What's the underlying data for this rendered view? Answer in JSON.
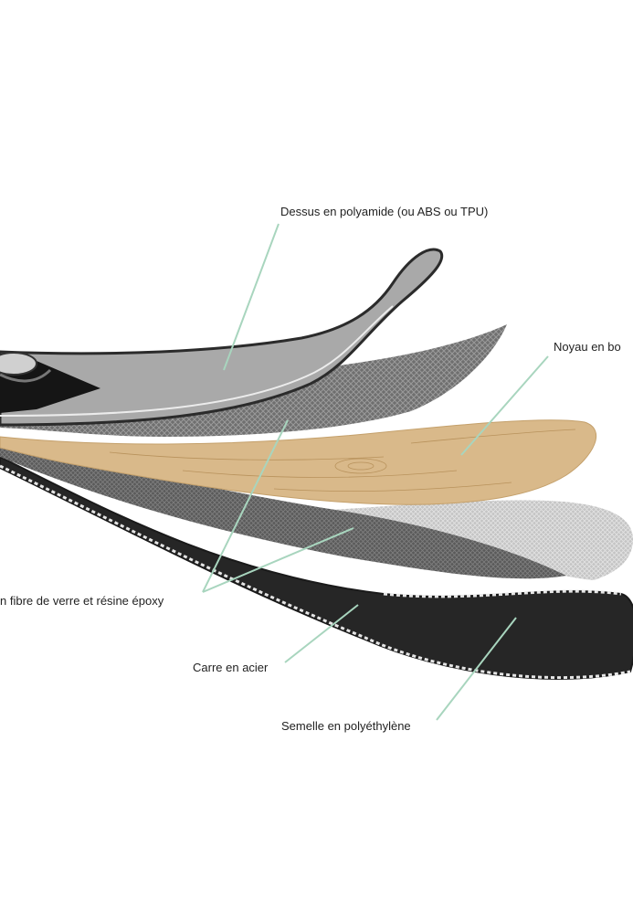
{
  "diagram": {
    "labels": {
      "top_sheet": "Dessus en polyamide (ou ABS ou TPU)",
      "core": "Noyau en bo",
      "fiberglass": "n fibre de verre et résine époxy",
      "edge": "Carre en acier",
      "base": "Semelle en polyéthylène"
    },
    "colors": {
      "leader_line": "#a8d5be",
      "top_sheet": "#a9a9a9",
      "top_sheet_outline": "#2b2b2b",
      "fiber_mesh": "#7c7c7c",
      "wood_core": "#d9b98a",
      "base": "#262626",
      "light_mesh": "#bdbdbd",
      "edge_dash": "#e6e6e6"
    }
  }
}
